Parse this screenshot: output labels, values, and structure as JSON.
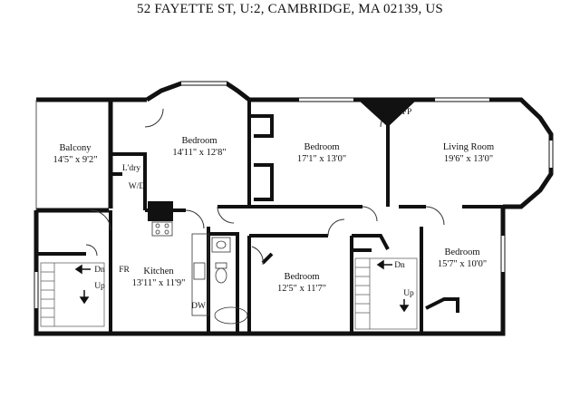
{
  "title": "52 FAYETTE ST, U:2, CAMBRIDGE, MA 02139, US",
  "rooms": {
    "balcony": {
      "name": "Balcony",
      "dims": "14'5\" x 9'2\""
    },
    "bedroom_left": {
      "name": "Bedroom",
      "dims": "14'11\" x 12'8\""
    },
    "bedroom_mid": {
      "name": "Bedroom",
      "dims": "17'1\" x 13'0\""
    },
    "living_room": {
      "name": "Living Room",
      "dims": "19'6\" x 13'0\""
    },
    "kitchen": {
      "name": "Kitchen",
      "dims": "13'11\" x 11'9\""
    },
    "bedroom_lower": {
      "name": "Bedroom",
      "dims": "12'5\" x 11'7\""
    },
    "bedroom_right": {
      "name": "Bedroom",
      "dims": "15'7\" x 10'0\""
    }
  },
  "fixtures": {
    "laundry": "L'dry",
    "washer_dryer": "W/D",
    "fireplace": "FP",
    "fridge": "FR",
    "dishwasher": "DW"
  },
  "stairs": {
    "left_down": "Dn",
    "left_up": "Up",
    "right_down": "Dn",
    "right_up": "Up"
  }
}
